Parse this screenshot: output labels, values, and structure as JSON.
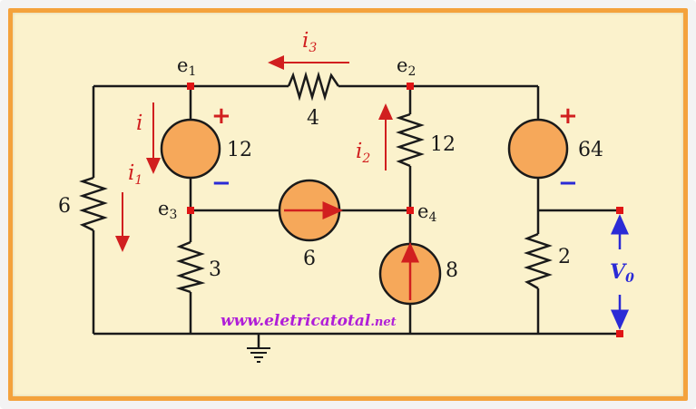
{
  "colors": {
    "wire": "#1a1a1a",
    "node_dot": "#e01515",
    "source_fill": "#f6a85a",
    "current_arrow": "#d11f1f",
    "plus": "#d11f1f",
    "minus": "#2b2bd6",
    "vo": "#2b2bd6",
    "watermark": "#b01ed8",
    "panel_bg": "#fbf2cc",
    "panel_border": "#f4a23c"
  },
  "nodes": {
    "e1": "e",
    "e1_sub": "1",
    "e2": "e",
    "e2_sub": "2",
    "e3": "e",
    "e3_sub": "3",
    "e4": "e",
    "e4_sub": "4"
  },
  "currents": {
    "i": "i",
    "i1": "i",
    "i1_sub": "1",
    "i2": "i",
    "i2_sub": "2",
    "i3": "i",
    "i3_sub": "3"
  },
  "components": {
    "r6": "6",
    "r4": "4",
    "r12": "12",
    "r3": "3",
    "r2": "2",
    "v12": "12",
    "v64": "64",
    "cs6": "6",
    "cs8": "8"
  },
  "polarity": {
    "plus": "+",
    "minus": "−"
  },
  "output": {
    "v": "V",
    "v_sub": "0"
  },
  "watermark": {
    "main": "www.eletricatotal",
    "suffix": ".net"
  }
}
